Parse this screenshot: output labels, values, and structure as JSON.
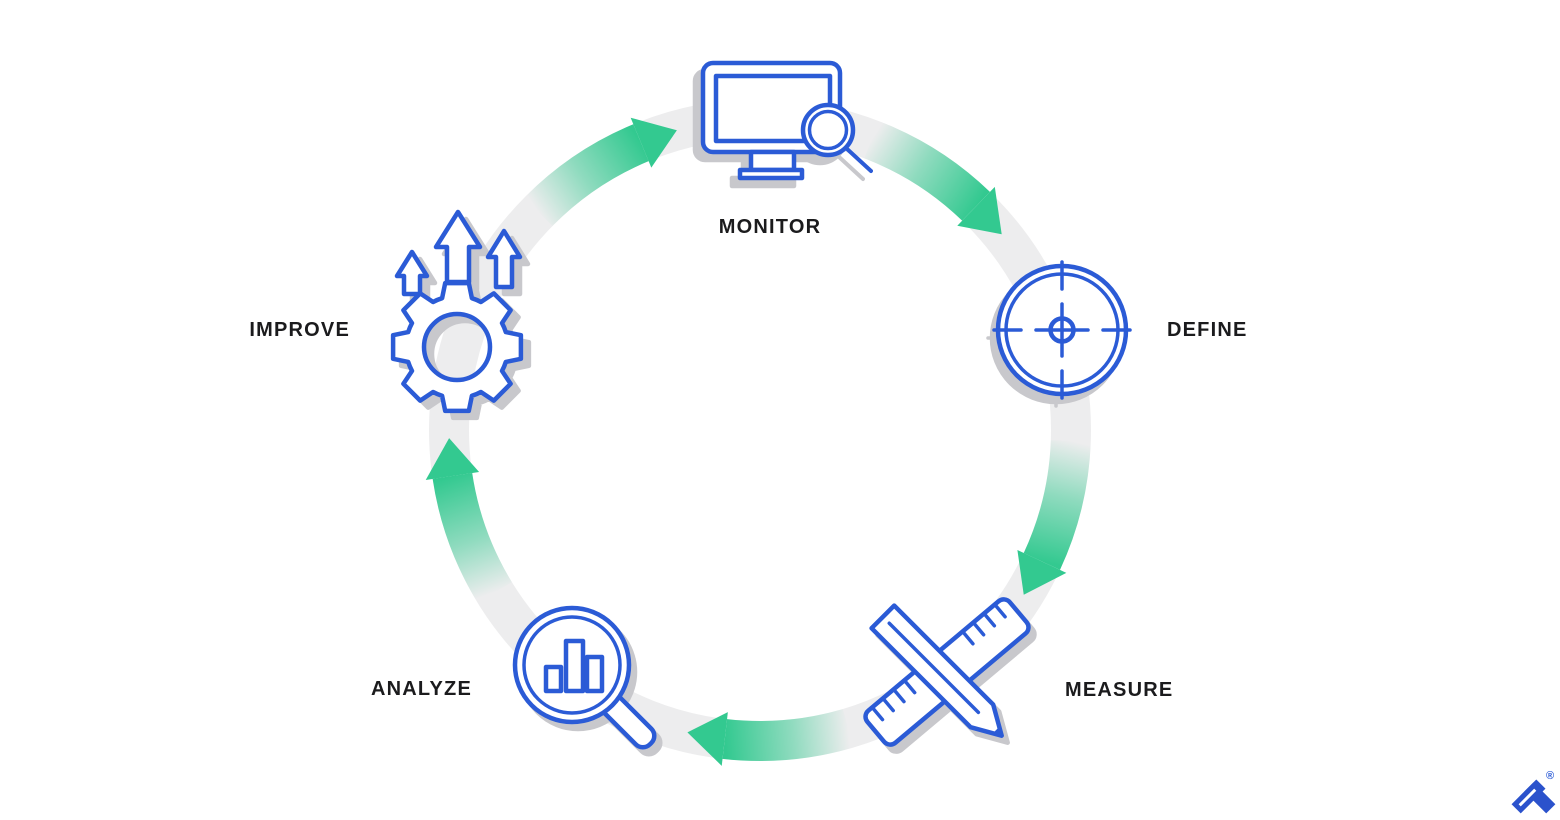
{
  "diagram": {
    "type": "cycle",
    "flow_direction": "clockwise",
    "stages": [
      {
        "label": "MONITOR",
        "position": "top",
        "icon": "monitor-with-magnifier"
      },
      {
        "label": "DEFINE",
        "position": "right",
        "icon": "target-crosshair"
      },
      {
        "label": "MEASURE",
        "position": "bottom-right",
        "icon": "ruler-and-pencil"
      },
      {
        "label": "ANALYZE",
        "position": "bottom-left",
        "icon": "magnifier-bar-chart"
      },
      {
        "label": "IMPROVE",
        "position": "left",
        "icon": "gear-with-up-arrows"
      }
    ],
    "colors": {
      "icon_blue": "#2b5bd6",
      "arrow_green": "#33c990",
      "ring_gray": "#ededee",
      "shadow_gray": "#c8c8cc",
      "label_text": "#1b1b1d",
      "background": "#ffffff"
    }
  },
  "logo": {
    "name": "toptal",
    "registered_mark": "®",
    "color": "#2b52cc"
  }
}
